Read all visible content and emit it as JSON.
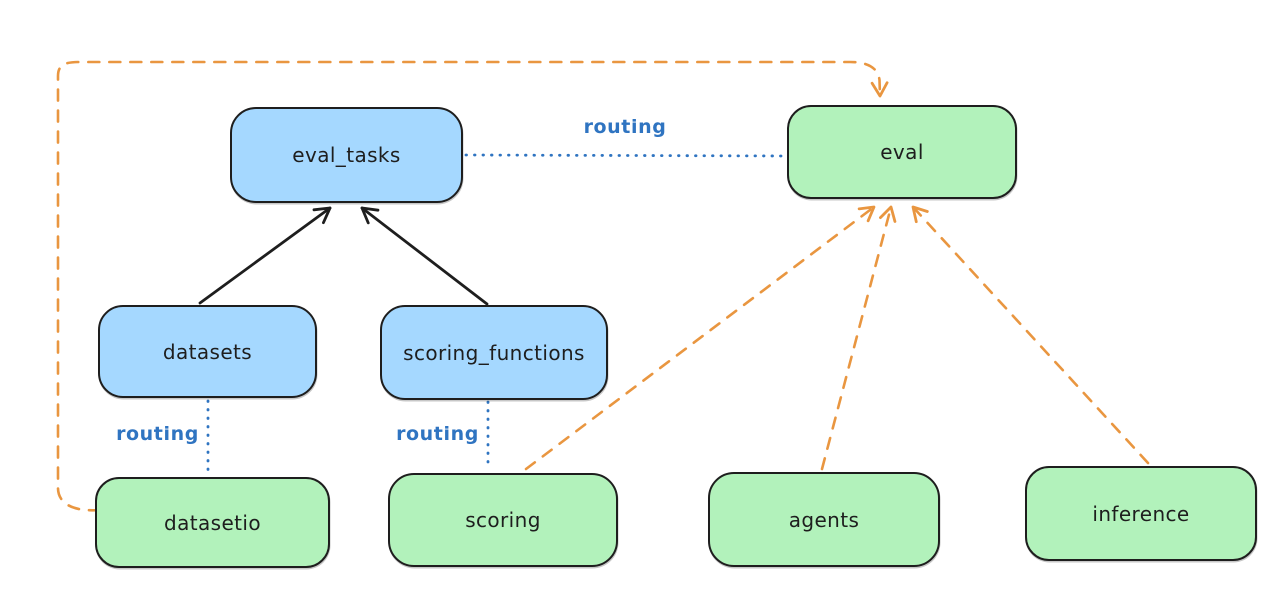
{
  "diagram": {
    "nodes": {
      "eval_tasks": {
        "label": "eval_tasks",
        "fill": "blue"
      },
      "eval": {
        "label": "eval",
        "fill": "green"
      },
      "datasets": {
        "label": "datasets",
        "fill": "blue"
      },
      "scoring_functions": {
        "label": "scoring_functions",
        "fill": "blue"
      },
      "datasetio": {
        "label": "datasetio",
        "fill": "green"
      },
      "scoring": {
        "label": "scoring",
        "fill": "green"
      },
      "agents": {
        "label": "agents",
        "fill": "green"
      },
      "inference": {
        "label": "inference",
        "fill": "green"
      }
    },
    "edge_labels": {
      "routing_top": "routing",
      "routing_datasets": "routing",
      "routing_scoring": "routing"
    },
    "colors": {
      "blue_fill": "#a5d8ff",
      "green_fill": "#b2f2bb",
      "stroke": "#1e1e1e",
      "orange": "#e99640",
      "blue_line": "#2f74c1",
      "background": "#ffffff"
    }
  }
}
